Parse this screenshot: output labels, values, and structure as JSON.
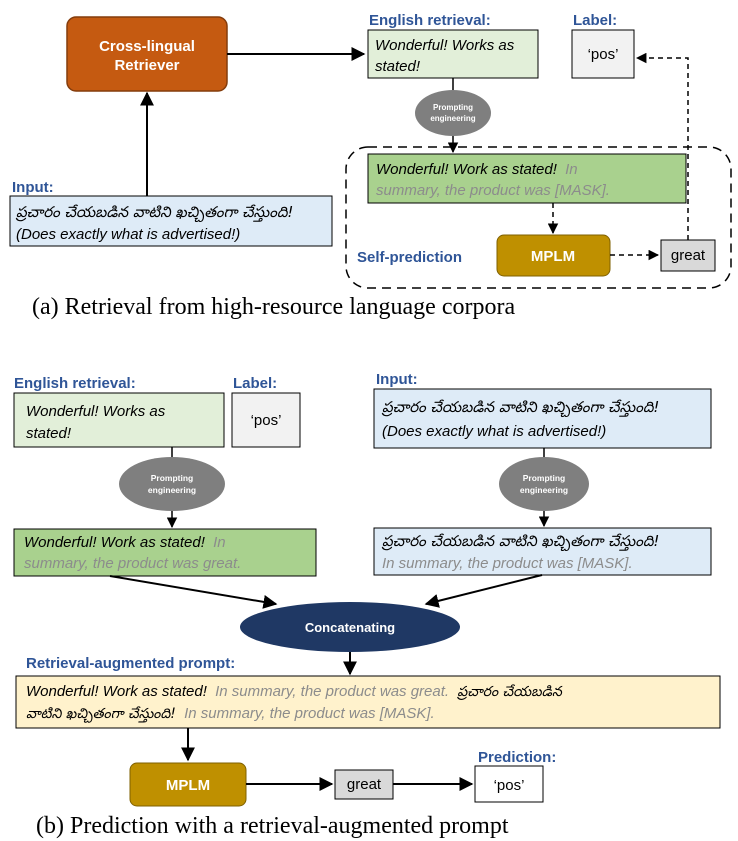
{
  "part_a": {
    "retriever_label": [
      "Cross-lingual",
      "Retriever"
    ],
    "input_heading": "Input:",
    "input_telugu": "ప్రచారం చేయబడిన వాటిని ఖచ్చితంగా చేస్తుంది!",
    "input_english": "(Does exactly what is advertised!)",
    "english_retrieval_heading": "English retrieval:",
    "retrieval_text": [
      "Wonderful! Works as",
      "stated!"
    ],
    "label_heading": "Label:",
    "label_value": "‘pos’",
    "prompting_label": [
      "Prompting",
      "engineering"
    ],
    "prompt_black": "Wonderful! Work as stated!",
    "prompt_gray_1": "In",
    "prompt_gray_2": "summary, the product was [MASK].",
    "mplm_label": "MPLM",
    "great_label": "great",
    "self_prediction_label": "Self-prediction",
    "caption": "(a)  Retrieval from high-resource language corpora"
  },
  "part_b": {
    "english_retrieval_heading": "English retrieval:",
    "label_heading": "Label:",
    "input_heading": "Input:",
    "retrieval_text": [
      "Wonderful! Works as",
      "stated!"
    ],
    "label_value": "‘pos’",
    "input_telugu": "ప్రచారం చేయబడిన వాటిని ఖచ్చితంగా చేస్తుంది!",
    "input_english": "(Does exactly what is advertised!)",
    "prompting_label": [
      "Prompting",
      "engineering"
    ],
    "left_prompt_black": "Wonderful! Work as stated!",
    "left_prompt_gray_1": "In",
    "left_prompt_gray_2": "summary, the product was great.",
    "right_prompt_telugu": "ప్రచారం చేయబడిన వాటిని ఖచ్చితంగా చేస్తుంది!",
    "right_prompt_gray": "In summary, the product was [MASK].",
    "concatenating_label": "Concatenating",
    "augmented_heading": "Retrieval-augmented prompt:",
    "aug_line1_black": "Wonderful! Work as stated!",
    "aug_line1_gray": "In summary, the product was great.",
    "aug_line1_telugu": "ప్రచారం చేయబడిన",
    "aug_line2_telugu": "వాటిని ఖచ్చితంగా చేస్తుంది!",
    "aug_line2_gray": "In summary, the product was [MASK].",
    "mplm_label": "MPLM",
    "great_label": "great",
    "prediction_heading": "Prediction:",
    "prediction_value": "‘pos’",
    "caption": "(b)  Prediction with a retrieval-augmented prompt"
  },
  "colors": {
    "retriever": "#c55a11",
    "retrieval_box": "#e2efd9",
    "prompt_green": "#a9d18e",
    "input_blue": "#deebf7",
    "augmented_yellow": "#fff2cc",
    "mplm_gold": "#bf9000",
    "ellipse_gray": "#7f7f7f",
    "concat_navy": "#1f3864",
    "heading_blue": "#2f5597"
  }
}
